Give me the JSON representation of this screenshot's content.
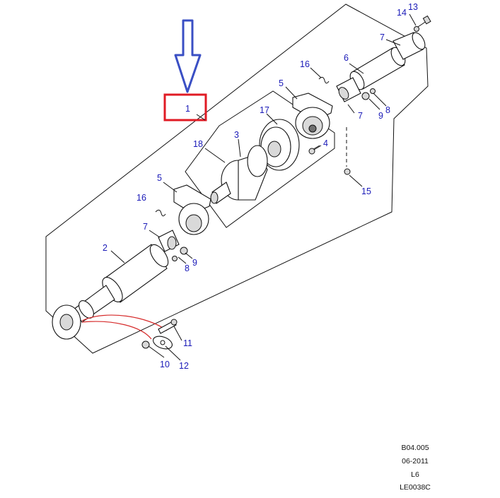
{
  "diagram": {
    "highlight_label": "1",
    "callouts": [
      {
        "id": "c13",
        "text": "13"
      },
      {
        "id": "c14",
        "text": "14"
      },
      {
        "id": "c7a",
        "text": "7"
      },
      {
        "id": "c6",
        "text": "6"
      },
      {
        "id": "c16a",
        "text": "16"
      },
      {
        "id": "c5a",
        "text": "5"
      },
      {
        "id": "c17",
        "text": "17"
      },
      {
        "id": "c7b",
        "text": "7"
      },
      {
        "id": "c9a",
        "text": "9"
      },
      {
        "id": "c8a",
        "text": "8"
      },
      {
        "id": "c3",
        "text": "3"
      },
      {
        "id": "c18",
        "text": "18"
      },
      {
        "id": "c4",
        "text": "4"
      },
      {
        "id": "c15",
        "text": "15"
      },
      {
        "id": "c5b",
        "text": "5"
      },
      {
        "id": "c16b",
        "text": "16"
      },
      {
        "id": "c7c",
        "text": "7"
      },
      {
        "id": "c2",
        "text": "2"
      },
      {
        "id": "c8b",
        "text": "8"
      },
      {
        "id": "c9b",
        "text": "9"
      },
      {
        "id": "c11",
        "text": "11"
      },
      {
        "id": "c10",
        "text": "10"
      },
      {
        "id": "c12",
        "text": "12"
      }
    ]
  },
  "reference_block": {
    "lines": [
      "B04.005",
      "06-2011",
      "L6",
      "LE0038C"
    ]
  },
  "colors": {
    "arrow": "#3a4fc4",
    "highlight_box": "#e01b24",
    "callout_text": "#1a1ab8",
    "harness": "#d62b2b"
  }
}
